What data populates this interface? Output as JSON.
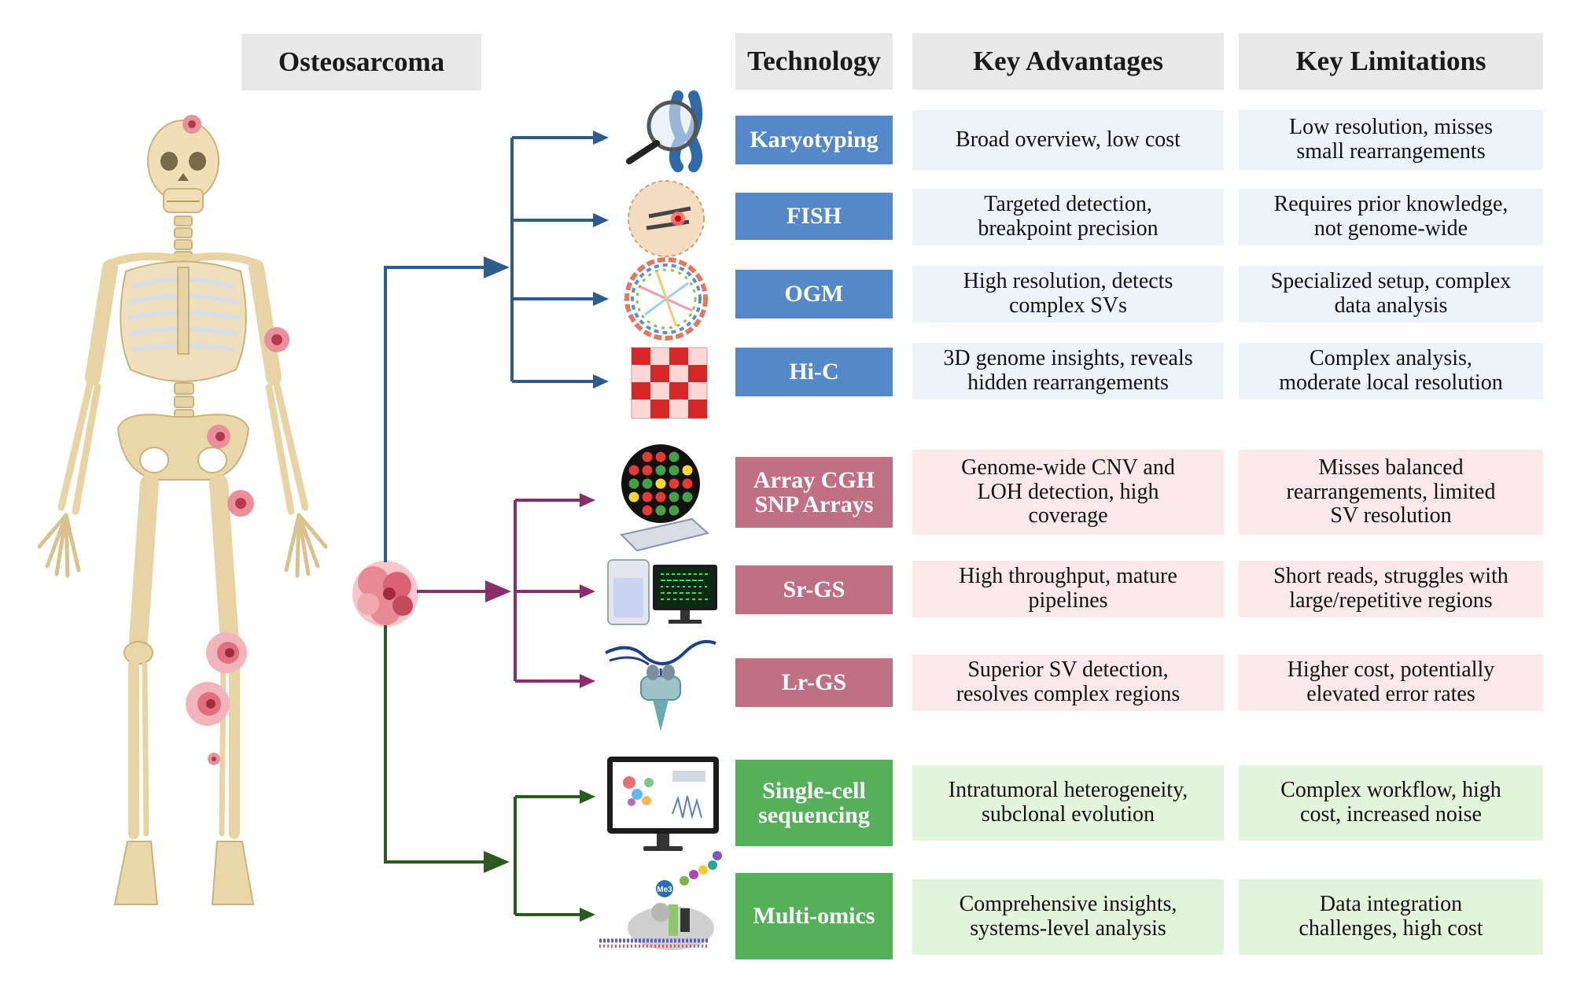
{
  "headers": {
    "disease": "Osteosarcoma",
    "technology": "Technology",
    "advantages": "Key Advantages",
    "limitations": "Key Limitations"
  },
  "rows": [
    {
      "tech": "Karyotyping",
      "group": "cytogenetic",
      "advantages": "Broad overview, low cost",
      "limitations": "Low resolution, misses\nsmall rearrangements",
      "icon": "chromosome-magnifier-icon"
    },
    {
      "tech": "FISH",
      "group": "cytogenetic",
      "advantages": "Targeted detection,\nbreakpoint precision",
      "limitations": "Requires prior knowledge,\nnot genome-wide",
      "icon": "fish-probe-cell-icon"
    },
    {
      "tech": "OGM",
      "group": "cytogenetic",
      "advantages": "High resolution, detects\ncomplex SVs",
      "limitations": "Specialized setup, complex\ndata analysis",
      "icon": "circos-plot-icon"
    },
    {
      "tech": "Hi-C",
      "group": "cytogenetic",
      "advantages": "3D genome insights, reveals\nhidden rearrangements",
      "limitations": "Complex analysis,\nmoderate local resolution",
      "icon": "contact-matrix-icon"
    },
    {
      "tech": "Array CGH\nSNP Arrays",
      "group": "genomic",
      "advantages": "Genome-wide CNV and\nLOH detection, high\ncoverage",
      "limitations": "Misses balanced\nrearrangements, limited\nSV resolution",
      "icon": "microarray-icon"
    },
    {
      "tech": "Sr-GS",
      "group": "genomic",
      "advantages": "High throughput, mature\npipelines",
      "limitations": "Short reads, struggles with\nlarge/repetitive regions",
      "icon": "sequencer-computer-icon"
    },
    {
      "tech": "Lr-GS",
      "group": "genomic",
      "advantages": "Superior SV detection,\nresolves complex regions",
      "limitations": "Higher cost, potentially\nelevated error rates",
      "icon": "nanopore-icon"
    },
    {
      "tech": "Single-cell\nsequencing",
      "group": "cellular",
      "advantages": "Intratumoral heterogeneity,\nsubclonal evolution",
      "limitations": "Complex workflow, high\ncost, increased noise",
      "icon": "single-cell-monitor-icon"
    },
    {
      "tech": "Multi-omics",
      "group": "cellular",
      "advantages": "Comprehensive insights,\nsystems-level analysis",
      "limitations": "Data integration\nchallenges, high cost",
      "icon": "multi-omics-icon"
    }
  ],
  "icon_labels": {
    "methylation": "Me3"
  },
  "colors": {
    "cytogenetic": "#5488c9",
    "genomic": "#bf7183",
    "cellular": "#55b05a",
    "arrow_blue": "#2f5b8c",
    "arrow_purple": "#8a2e6b",
    "arrow_green": "#2b5a1e"
  }
}
